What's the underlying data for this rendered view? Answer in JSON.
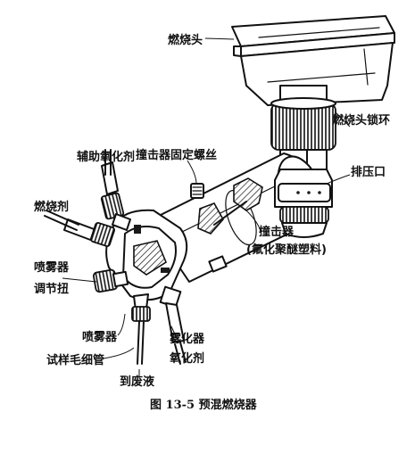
{
  "labels": {
    "burner_head": "燃烧头",
    "burner_head_lock_ring": "燃烧头锁环",
    "exhaust_port": "排压口",
    "auxiliary_oxidant": "辅助氧化剂",
    "impactor_fixing_screw": "撞击器固定螺丝",
    "fuel": "燃烧剂",
    "impactor": "撞击器",
    "impactor_material": "(氟化聚醚塑料)",
    "nebulizer_adjust_line1": "喷雾器",
    "nebulizer_adjust_line2": "调节扭",
    "nebulizer": "喷雾器",
    "sample_capillary": "试样毛细管",
    "to_waste": "到废液",
    "atomizer_line1": "雾化器",
    "atomizer_line2": "氧化剂"
  },
  "caption": "图 13-5   预混燃烧器"
}
